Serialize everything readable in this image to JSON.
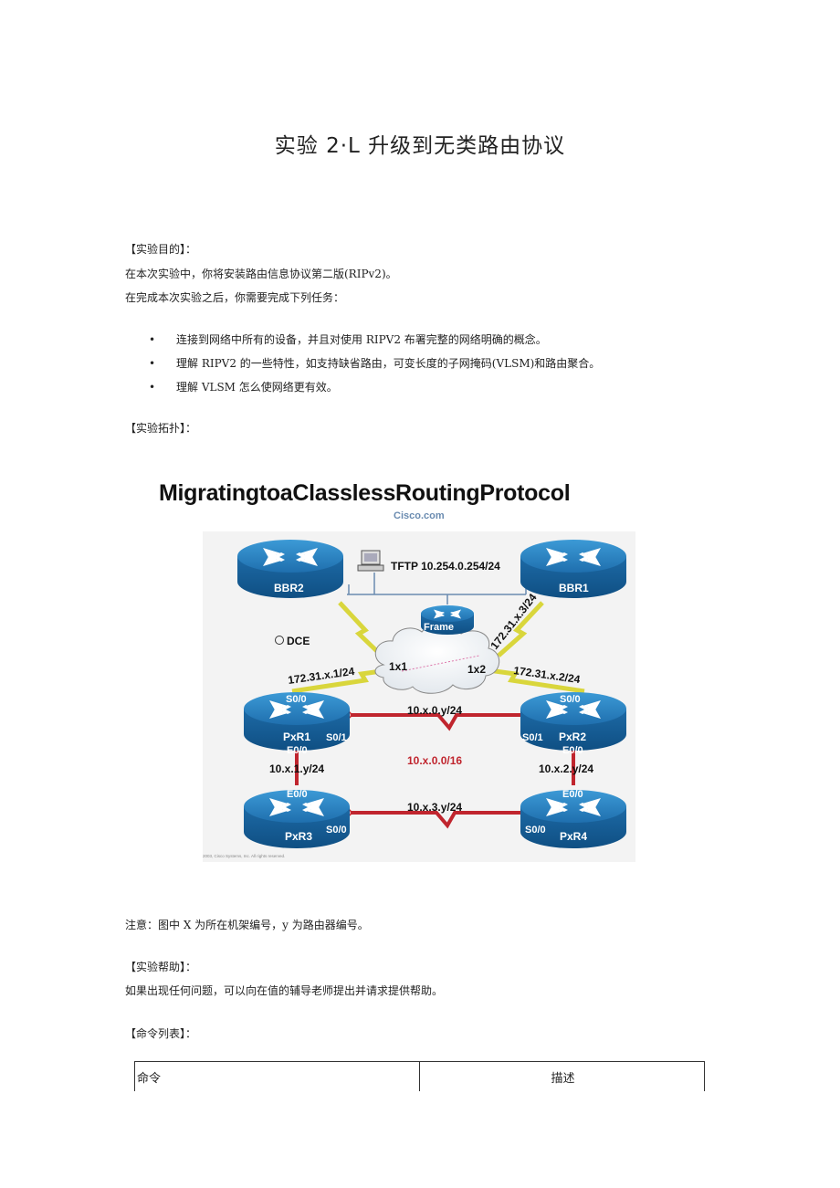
{
  "title": "实验 2·L 升级到无类路由协议",
  "purpose": {
    "heading": "【实验目的】：",
    "line1": "在本次实验中，你将安装路由信息协议第二版(RIPv2)。",
    "line2": "在完成本次实验之后，你需要完成下列任务：",
    "bullets": [
      "连接到网络中所有的设备，并且对使用 RIPV2 布署完整的网络明确的概念。",
      "理解 RIPV2 的一些特性，如支持缺省路由，可变长度的子网掩码(VLSM)和路由聚合。",
      "理解 VLSM 怎么使网络更有效。"
    ]
  },
  "topology": {
    "heading": "【实验拓扑】：",
    "figure_title": "MigratingtoaClasslessRoutingProtocol",
    "figure_subtitle": "Cisco.com",
    "labels": {
      "bbr2": "BBR2",
      "bbr1": "BBR1",
      "tftp": "TFTP 10.254.0.254/24",
      "frame": "Frame",
      "dce": "DCE",
      "link_1x1": "1x1",
      "link_1x2": "1x2",
      "net_x1": "172.31.x.1/24",
      "net_x2": "172.31.x.2/24",
      "net_x3": "172.31.x.3/24",
      "pxr1": "PxR1",
      "pxr2": "PxR2",
      "pxr3": "PxR3",
      "pxr4": "PxR4",
      "s00": "S0/0",
      "s01": "S0/1",
      "e00": "E0/0",
      "net_0y": "10.x.0.y/24",
      "net_summary": "10.x.0.0/16",
      "net_1y": "10.x.1.y/24",
      "net_2y": "10.x.2.y/24",
      "net_3y": "10.x.3.y/24",
      "copyright": "2003, Cisco Systems, Inc. All rights reserved."
    }
  },
  "note": "注意：图中 X 为所在机架编号，y 为路由器编号。",
  "help": {
    "heading": "【实验帮助】：",
    "text": "如果出现任何问题，可以向在值的辅导老师提出并请求提供帮助。"
  },
  "commands": {
    "heading": "【命令列表】：",
    "col1": "命令",
    "col2": "描述"
  }
}
